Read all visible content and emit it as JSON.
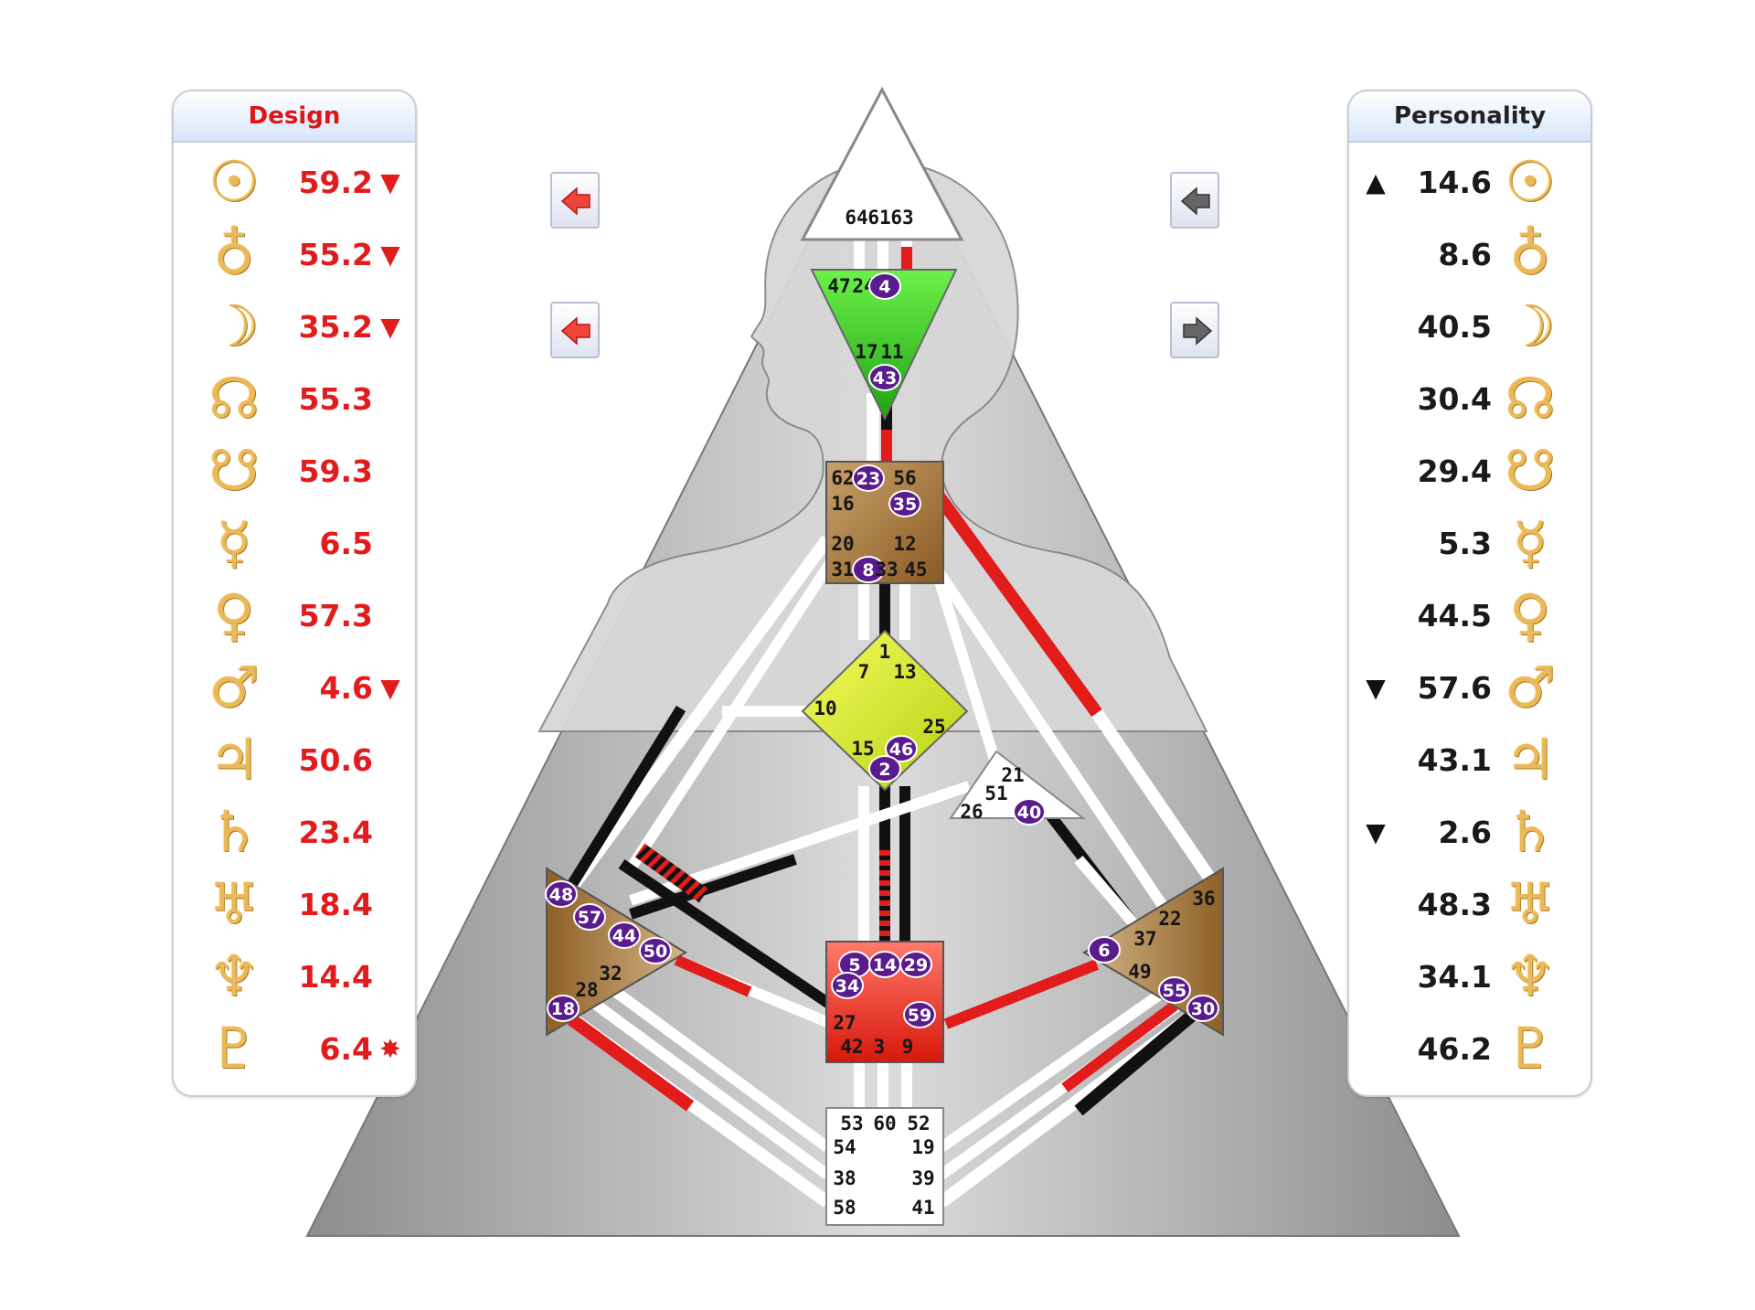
{
  "design": {
    "title": "Design",
    "rows": [
      {
        "planet": "sun-icon",
        "glyph": "☉",
        "value": "59.2",
        "mark": "▼"
      },
      {
        "planet": "earth-icon",
        "glyph": "♁",
        "value": "55.2",
        "mark": "▼"
      },
      {
        "planet": "moon-icon",
        "glyph": "☽",
        "value": "35.2",
        "mark": "▼"
      },
      {
        "planet": "north-node-icon",
        "glyph": "☊",
        "value": "55.3",
        "mark": ""
      },
      {
        "planet": "south-node-icon",
        "glyph": "☋",
        "value": "59.3",
        "mark": ""
      },
      {
        "planet": "mercury-icon",
        "glyph": "☿",
        "value": "6.5",
        "mark": ""
      },
      {
        "planet": "venus-icon",
        "glyph": "♀",
        "value": "57.3",
        "mark": ""
      },
      {
        "planet": "mars-icon",
        "glyph": "♂",
        "value": "4.6",
        "mark": "▼"
      },
      {
        "planet": "jupiter-icon",
        "glyph": "♃",
        "value": "50.6",
        "mark": ""
      },
      {
        "planet": "saturn-icon",
        "glyph": "♄",
        "value": "23.4",
        "mark": ""
      },
      {
        "planet": "uranus-icon",
        "glyph": "♅",
        "value": "18.4",
        "mark": ""
      },
      {
        "planet": "neptune-icon",
        "glyph": "♆",
        "value": "14.4",
        "mark": ""
      },
      {
        "planet": "pluto-icon",
        "glyph": "♇",
        "value": "6.4",
        "mark": "✸"
      }
    ]
  },
  "personality": {
    "title": "Personality",
    "rows": [
      {
        "planet": "sun-icon",
        "glyph": "☉",
        "value": "14.6",
        "mark": "▲"
      },
      {
        "planet": "earth-icon",
        "glyph": "♁",
        "value": "8.6",
        "mark": ""
      },
      {
        "planet": "moon-icon",
        "glyph": "☽",
        "value": "40.5",
        "mark": ""
      },
      {
        "planet": "north-node-icon",
        "glyph": "☊",
        "value": "30.4",
        "mark": ""
      },
      {
        "planet": "south-node-icon",
        "glyph": "☋",
        "value": "29.4",
        "mark": ""
      },
      {
        "planet": "mercury-icon",
        "glyph": "☿",
        "value": "5.3",
        "mark": ""
      },
      {
        "planet": "venus-icon",
        "glyph": "♀",
        "value": "44.5",
        "mark": ""
      },
      {
        "planet": "mars-icon",
        "glyph": "♂",
        "value": "57.6",
        "mark": "▼"
      },
      {
        "planet": "jupiter-icon",
        "glyph": "♃",
        "value": "43.1",
        "mark": ""
      },
      {
        "planet": "saturn-icon",
        "glyph": "♄",
        "value": "2.6",
        "mark": "▼"
      },
      {
        "planet": "uranus-icon",
        "glyph": "♅",
        "value": "48.3",
        "mark": ""
      },
      {
        "planet": "neptune-icon",
        "glyph": "♆",
        "value": "34.1",
        "mark": ""
      },
      {
        "planet": "pluto-icon",
        "glyph": "♇",
        "value": "46.2",
        "mark": ""
      }
    ]
  },
  "colors": {
    "design_red": "#e21b1b",
    "head_center": "#ffffff",
    "ajna_center": "#4fd31f",
    "throat_center": "#a87a42",
    "g_center": "#d8ee1c",
    "sacral_center": "#e8281e",
    "root_center": "#ffffff",
    "activation_circle": "#5a1c8c"
  },
  "gates": {
    "head": [
      "64",
      "61",
      "63"
    ],
    "ajna": [
      "47",
      "24",
      "4",
      "17",
      "11",
      "43"
    ],
    "throat": [
      "62",
      "23",
      "56",
      "16",
      "35",
      "20",
      "12",
      "31",
      "8",
      "33",
      "45"
    ],
    "g": [
      "1",
      "7",
      "13",
      "10",
      "25",
      "15",
      "46",
      "2"
    ],
    "ego": [
      "21",
      "51",
      "26",
      "40"
    ],
    "spleen": [
      "48",
      "57",
      "44",
      "50",
      "32",
      "28",
      "18"
    ],
    "solar_plexus": [
      "36",
      "22",
      "37",
      "6",
      "49",
      "55",
      "30"
    ],
    "sacral": [
      "5",
      "14",
      "29",
      "34",
      "27",
      "59",
      "42",
      "3",
      "9"
    ],
    "root": [
      "53",
      "60",
      "52",
      "54",
      "19",
      "38",
      "39",
      "58",
      "41"
    ]
  },
  "activated_gates": [
    "4",
    "43",
    "23",
    "35",
    "8",
    "46",
    "2",
    "40",
    "48",
    "57",
    "44",
    "50",
    "18",
    "6",
    "55",
    "30",
    "5",
    "14",
    "29",
    "34",
    "59"
  ],
  "nav": {
    "design_prev": "design-arrow-left-icon",
    "design_prev2": "design-arrow-left-icon",
    "personality_prev": "personality-arrow-left-icon",
    "personality_next": "personality-arrow-right-icon"
  }
}
